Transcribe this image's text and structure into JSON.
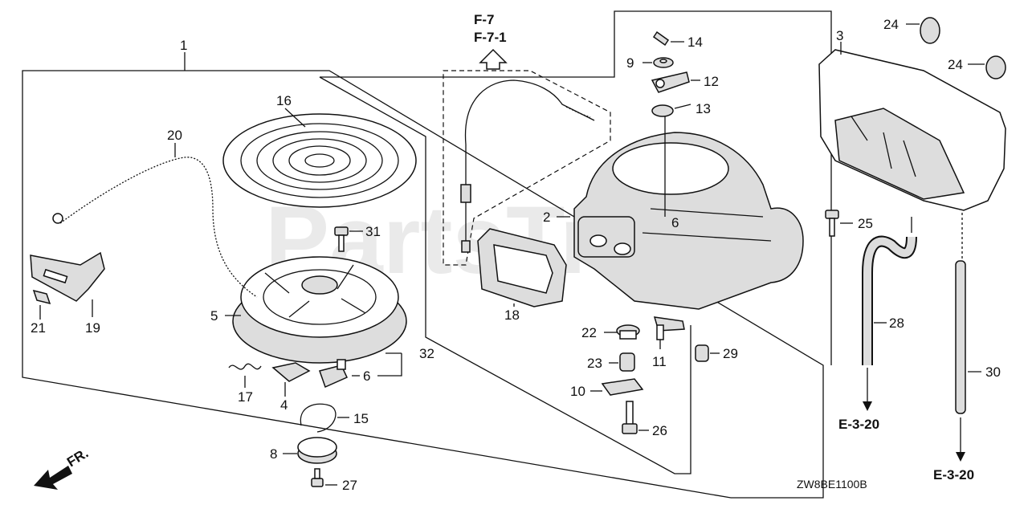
{
  "watermark": "PartsTree",
  "diagram_code": "ZW8BE1100B",
  "refs": {
    "f7": "F-7",
    "f71": "F-7-1",
    "e320a": "E-3-20",
    "e320b": "E-3-20",
    "fr": "FR."
  },
  "callouts": {
    "c1": "1",
    "c2": "2",
    "c3": "3",
    "c4": "4",
    "c5": "5",
    "c6a": "6",
    "c6b": "6",
    "c8": "8",
    "c9": "9",
    "c10": "10",
    "c11": "11",
    "c12": "12",
    "c13": "13",
    "c14": "14",
    "c15": "15",
    "c16": "16",
    "c17": "17",
    "c18": "18",
    "c19": "19",
    "c20": "20",
    "c21": "21",
    "c22": "22",
    "c23": "23",
    "c24a": "24",
    "c24b": "24",
    "c25": "25",
    "c26": "26",
    "c27": "27",
    "c28": "28",
    "c29": "29",
    "c30": "30",
    "c31": "31",
    "c32": "32"
  }
}
